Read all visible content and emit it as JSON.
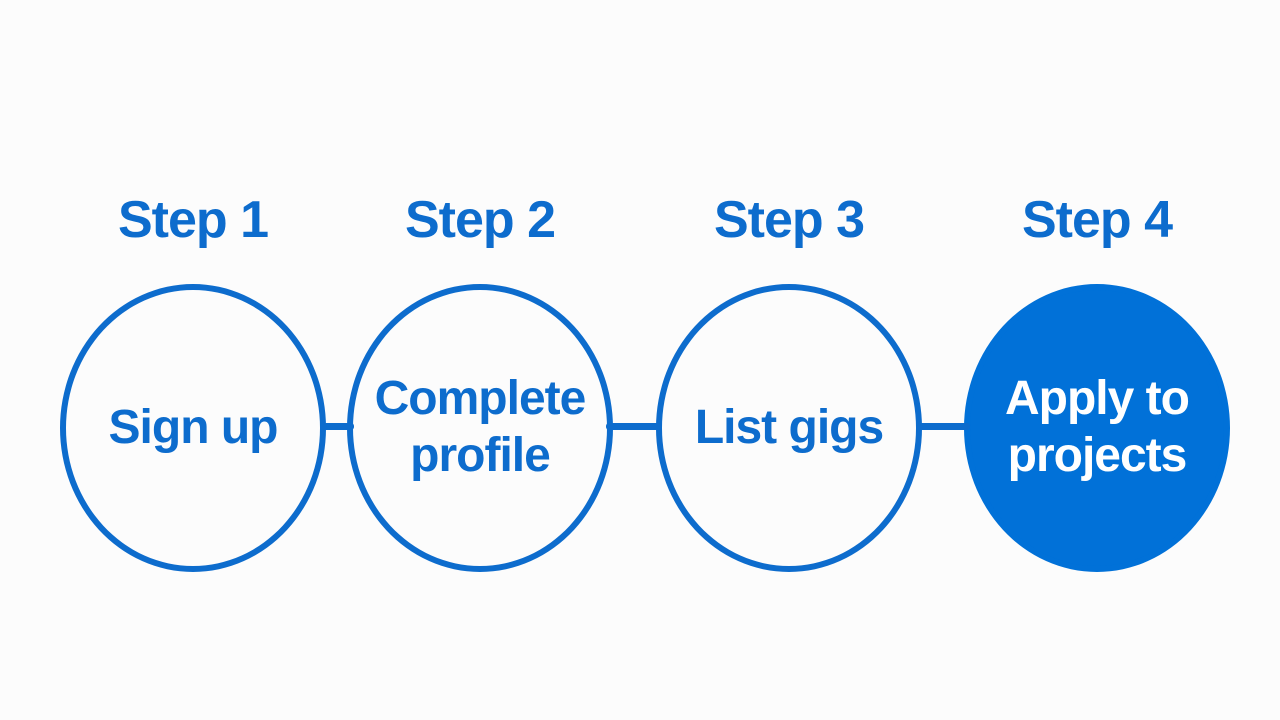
{
  "diagram": {
    "background": "#fcfcfc",
    "colors": {
      "accent_blue": "#0d6ccd",
      "filled_circle_blue": "#0171d8",
      "inverse_text": "#ffffff"
    },
    "steps": [
      {
        "label": "Step 1",
        "title": "Sign up",
        "filled": false
      },
      {
        "label": "Step 2",
        "title": "Complete profile",
        "filled": false
      },
      {
        "label": "Step 3",
        "title": "List gigs",
        "filled": false
      },
      {
        "label": "Step 4",
        "title": "Apply to projects",
        "filled": true
      }
    ]
  }
}
